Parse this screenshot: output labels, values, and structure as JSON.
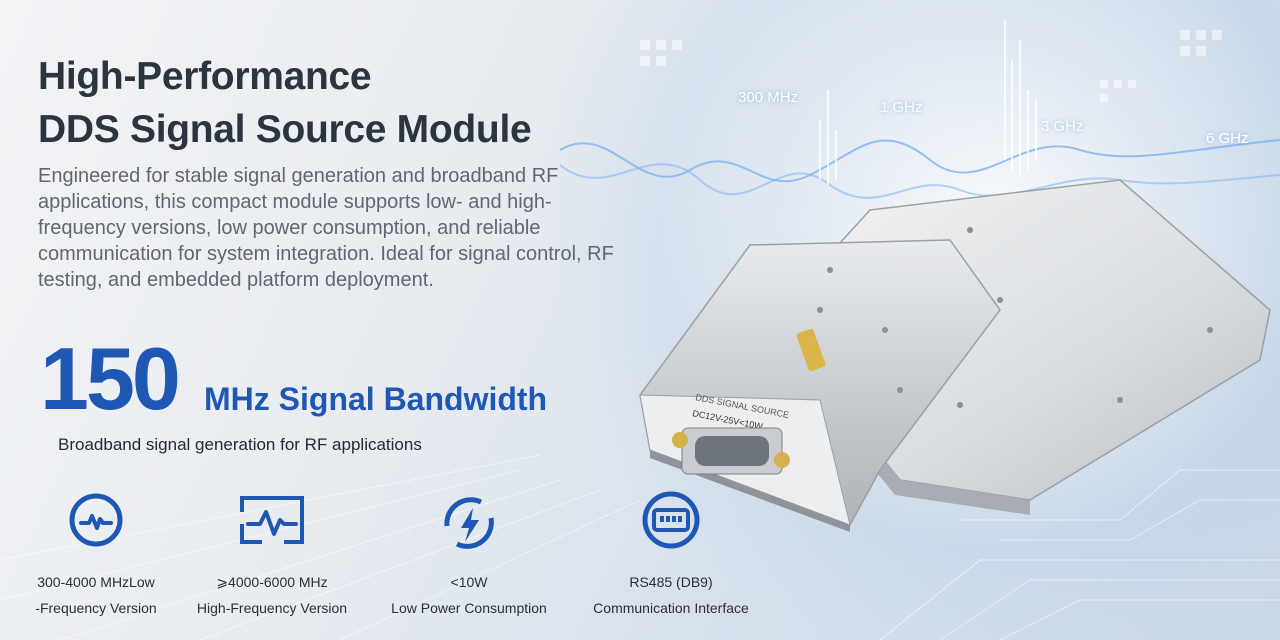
{
  "headline": {
    "line1": "High-Performance",
    "line2": "DDS Signal Source Module"
  },
  "intro": "Engineered for stable signal generation and broadband RF applications, this compact module supports low- and high-frequency versions, low power consumption, and reliable communication for system integration. Ideal for signal control, RF testing, and embedded platform deployment.",
  "bandwidth": {
    "number": "150",
    "unit": "MHz Signal Bandwidth",
    "subtitle": "Broadband signal generation for RF applications"
  },
  "frequency_labels": [
    "300 MHz",
    "1 GHz",
    "3 GHz",
    "6 GHz"
  ],
  "device": {
    "label_line1": "DDS SIGNAL SOURCE",
    "label_line2": "DC12V-25V<10W"
  },
  "features": [
    {
      "icon": "pulse-circle-icon",
      "line1": "300-4000 MHzLow",
      "line2": "-Frequency Version"
    },
    {
      "icon": "waveform-square-icon",
      "line1": "⩾4000-6000 MHz",
      "line2": "High-Frequency Version"
    },
    {
      "icon": "lightning-bolt-icon",
      "line1": "<10W",
      "line2": "Low Power Consumption"
    },
    {
      "icon": "db9-port-icon",
      "line1": "RS485 (DB9)",
      "line2": "Communication Interface"
    }
  ],
  "colors": {
    "accent": "#1e58b4",
    "heading": "#2b3540",
    "body": "#5f6770",
    "glow": "#4d8fe0"
  }
}
